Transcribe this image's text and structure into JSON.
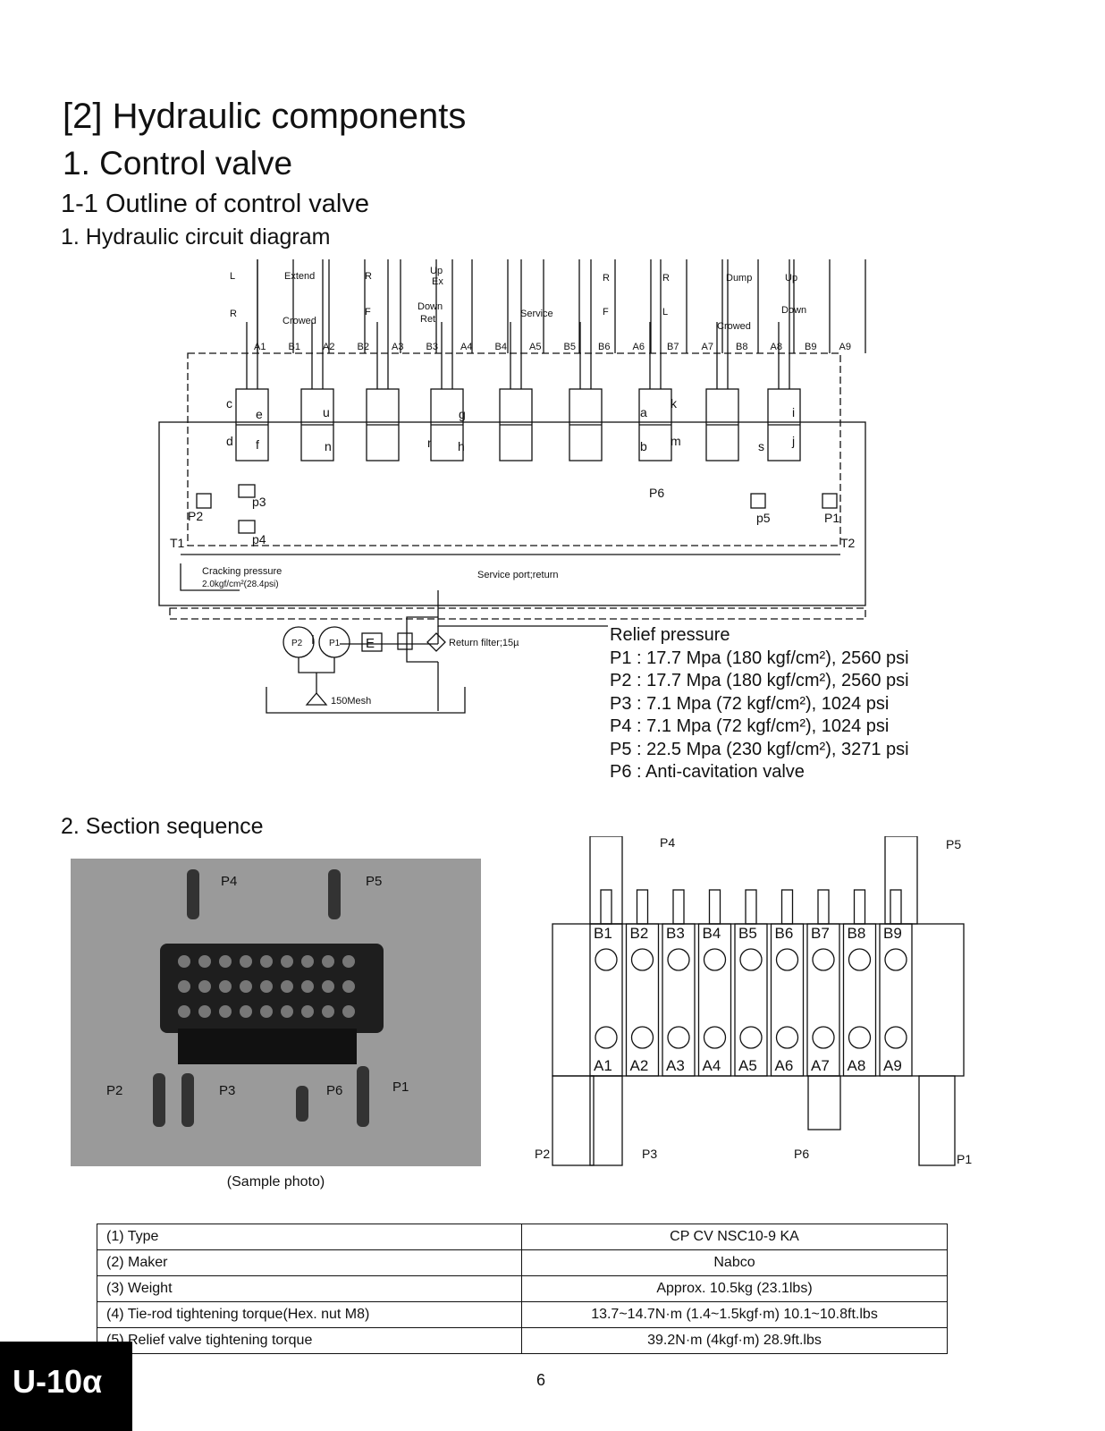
{
  "headings": {
    "section": "[2]  Hydraulic components",
    "chapter": "1.  Control valve",
    "subsection": "1-1  Outline of control valve",
    "item1": "1.  Hydraulic circuit diagram",
    "item2": "2.  Section sequence"
  },
  "circuit": {
    "top_labels": [
      "L",
      "R",
      "Extend",
      "Crowed",
      "R",
      "F",
      "Up",
      "Ex",
      "Down",
      "Ret",
      "Service",
      "R",
      "F",
      "R",
      "L",
      "Dump",
      "Crowed",
      "Up",
      "Down"
    ],
    "ports": [
      "A1",
      "B1",
      "A2",
      "B2",
      "A3",
      "B3",
      "A4",
      "B4",
      "A5",
      "B5",
      "B6",
      "A6",
      "B7",
      "A7",
      "B8",
      "A8",
      "B9",
      "A9"
    ],
    "spool_letters": [
      "c",
      "e",
      "d",
      "f",
      "u",
      "n",
      "r",
      "h",
      "g",
      "a",
      "k",
      "b",
      "m",
      "s",
      "i",
      "j"
    ],
    "relief_tags": [
      "P2",
      "p3",
      "p4",
      "P6",
      "p5",
      "P1",
      "T1",
      "T2"
    ],
    "cracking": "Cracking pressure",
    "cracking_value": "2.0kgf/cm²(28.4psi)",
    "service_return": "Service port;return",
    "pump_labels": [
      "P2",
      "P1",
      "E"
    ],
    "filter": "Return filter;15µ",
    "mesh": "150Mesh"
  },
  "relief": {
    "title": "Relief pressure",
    "lines": [
      "P1 : 17.7 Mpa (180 kgf/cm²), 2560 psi",
      "P2 : 17.7 Mpa (180 kgf/cm²), 2560 psi",
      "P3 :  7.1 Mpa (72 kgf/cm²), 1024 psi",
      "P4 :  7.1 Mpa (72 kgf/cm²), 1024 psi",
      "P5 : 22.5 Mpa (230 kgf/cm²), 3271 psi",
      "P6 : Anti-cavitation valve"
    ]
  },
  "photo": {
    "labels": [
      "P4",
      "P5",
      "P2",
      "P3",
      "P6",
      "P1"
    ],
    "caption": "(Sample photo)"
  },
  "section": {
    "b_ports": [
      "B1",
      "B2",
      "B3",
      "B4",
      "B5",
      "B6",
      "B7",
      "B8",
      "B9"
    ],
    "a_ports": [
      "A1",
      "A2",
      "A3",
      "A4",
      "A5",
      "A6",
      "A7",
      "A8",
      "A9"
    ],
    "labels": [
      "P4",
      "P5",
      "P2",
      "P3",
      "P6",
      "P1"
    ]
  },
  "specs": [
    {
      "label": "(1)  Type",
      "value": "CP CV NSC10-9 KA"
    },
    {
      "label": "(2)  Maker",
      "value": "Nabco"
    },
    {
      "label": "(3)  Weight",
      "value": "Approx. 10.5kg (23.1lbs)"
    },
    {
      "label": "(4)  Tie-rod tightening torque(Hex. nut M8)",
      "value": "13.7~14.7N·m (1.4~1.5kgf·m) 10.1~10.8ft.lbs"
    },
    {
      "label": "(5)  Relief valve tightening torque",
      "value": "39.2N·m (4kgf·m) 28.9ft.lbs"
    }
  ],
  "page_number": "6",
  "model": "U-10α"
}
